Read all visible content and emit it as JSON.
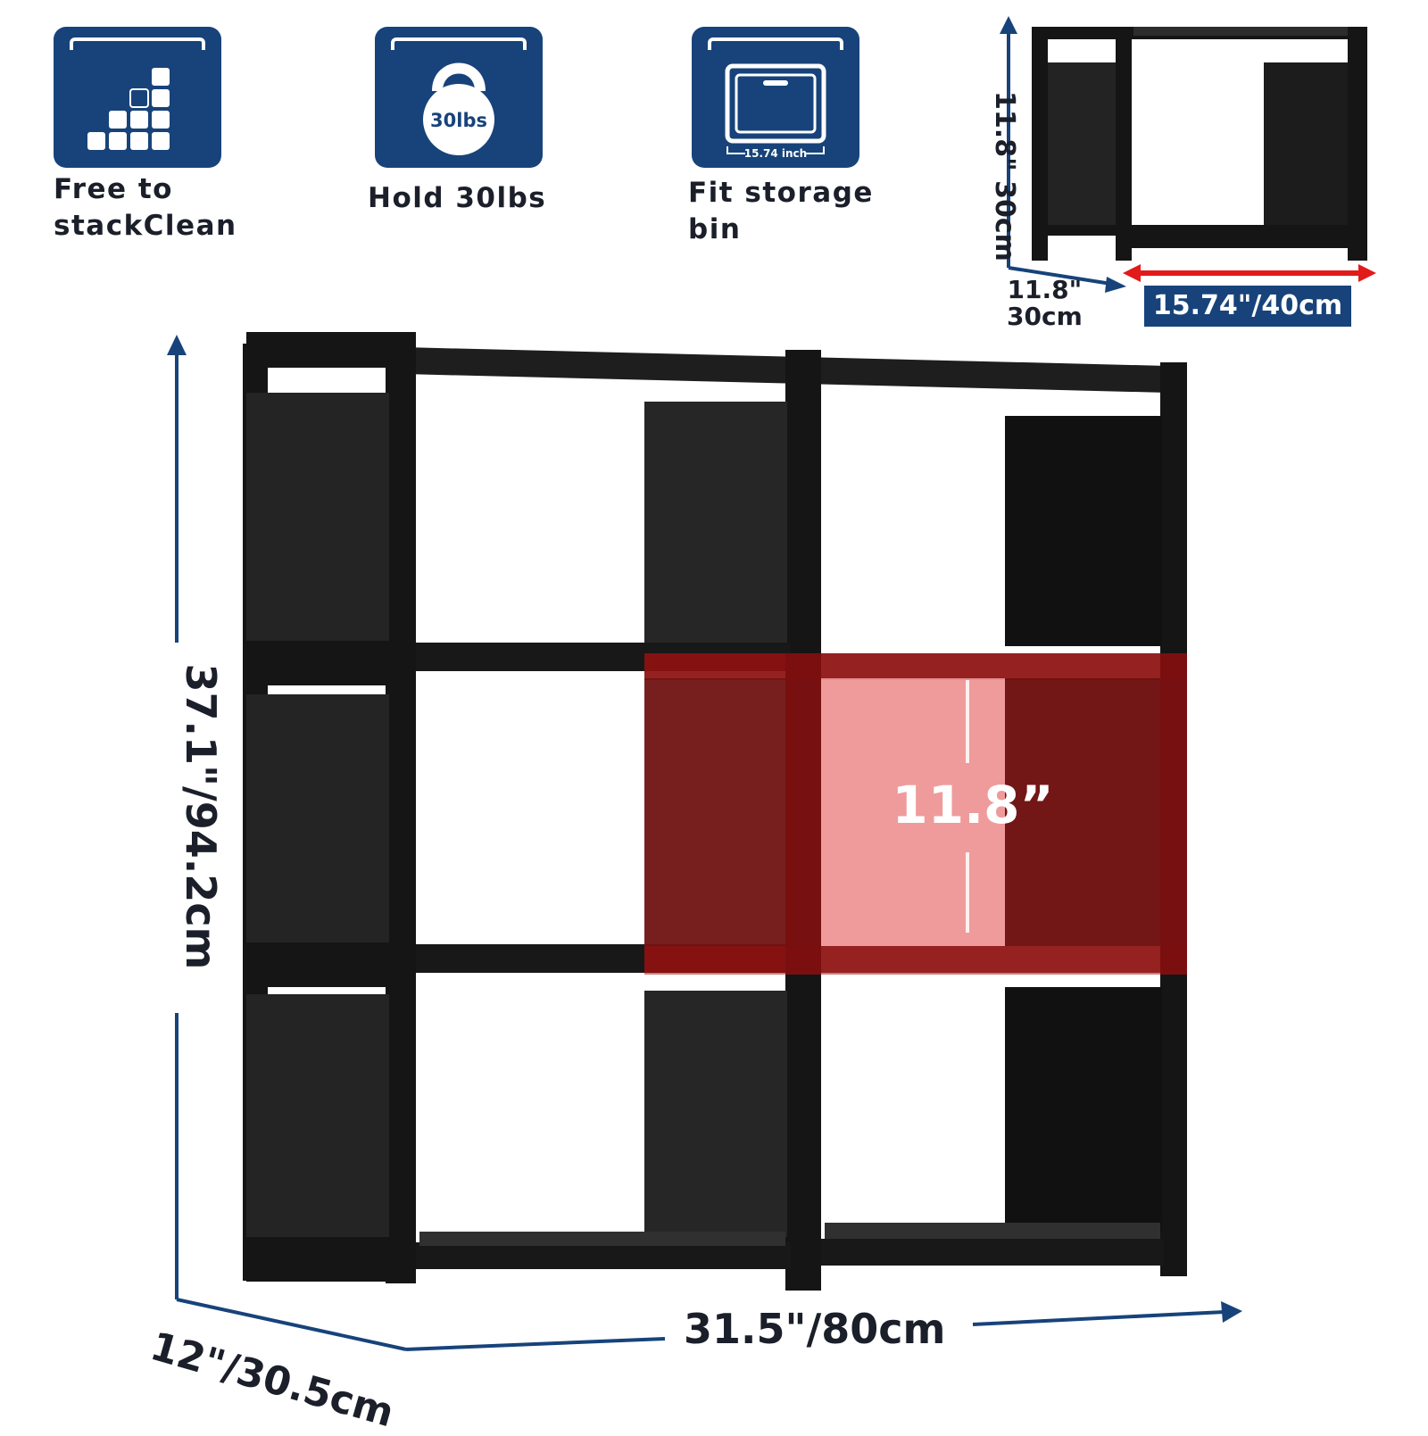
{
  "features": [
    {
      "icon": "stack-cubes-icon",
      "label_line1": "Free to",
      "label_line2": "stackClean"
    },
    {
      "icon": "kettlebell-icon",
      "weight_text": "30lbs",
      "label_line1": "Hold 30lbs"
    },
    {
      "icon": "storage-bin-icon",
      "bin_width_text": "15.74 inch",
      "label_line1": "Fit storage",
      "label_line2": "bin"
    }
  ],
  "cube_dimensions": {
    "height_text": "11.8\" 30cm",
    "depth_line1": "11.8\"",
    "depth_line2": "30cm",
    "width_text": "15.74\"/40cm"
  },
  "overall_dimensions": {
    "height_text": "37.1\"/94.2cm",
    "depth_text": "12\"/30.5cm",
    "width_text": "31.5\"/80cm",
    "compartment_height_text": "11.8”"
  },
  "colors": {
    "accent_navy": "#17437a",
    "highlight_red": "#b22222",
    "arrow_red": "#e21a1a",
    "frame_black": "#151515"
  }
}
